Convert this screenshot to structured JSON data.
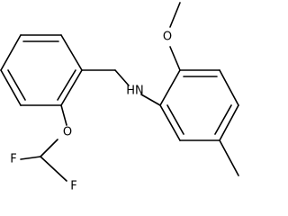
{
  "molecule": {
    "atoms": {
      "o_methoxy": "O",
      "nh_amine": "HN",
      "o_ether": "O",
      "f_left": "F",
      "f_right": "F"
    }
  }
}
